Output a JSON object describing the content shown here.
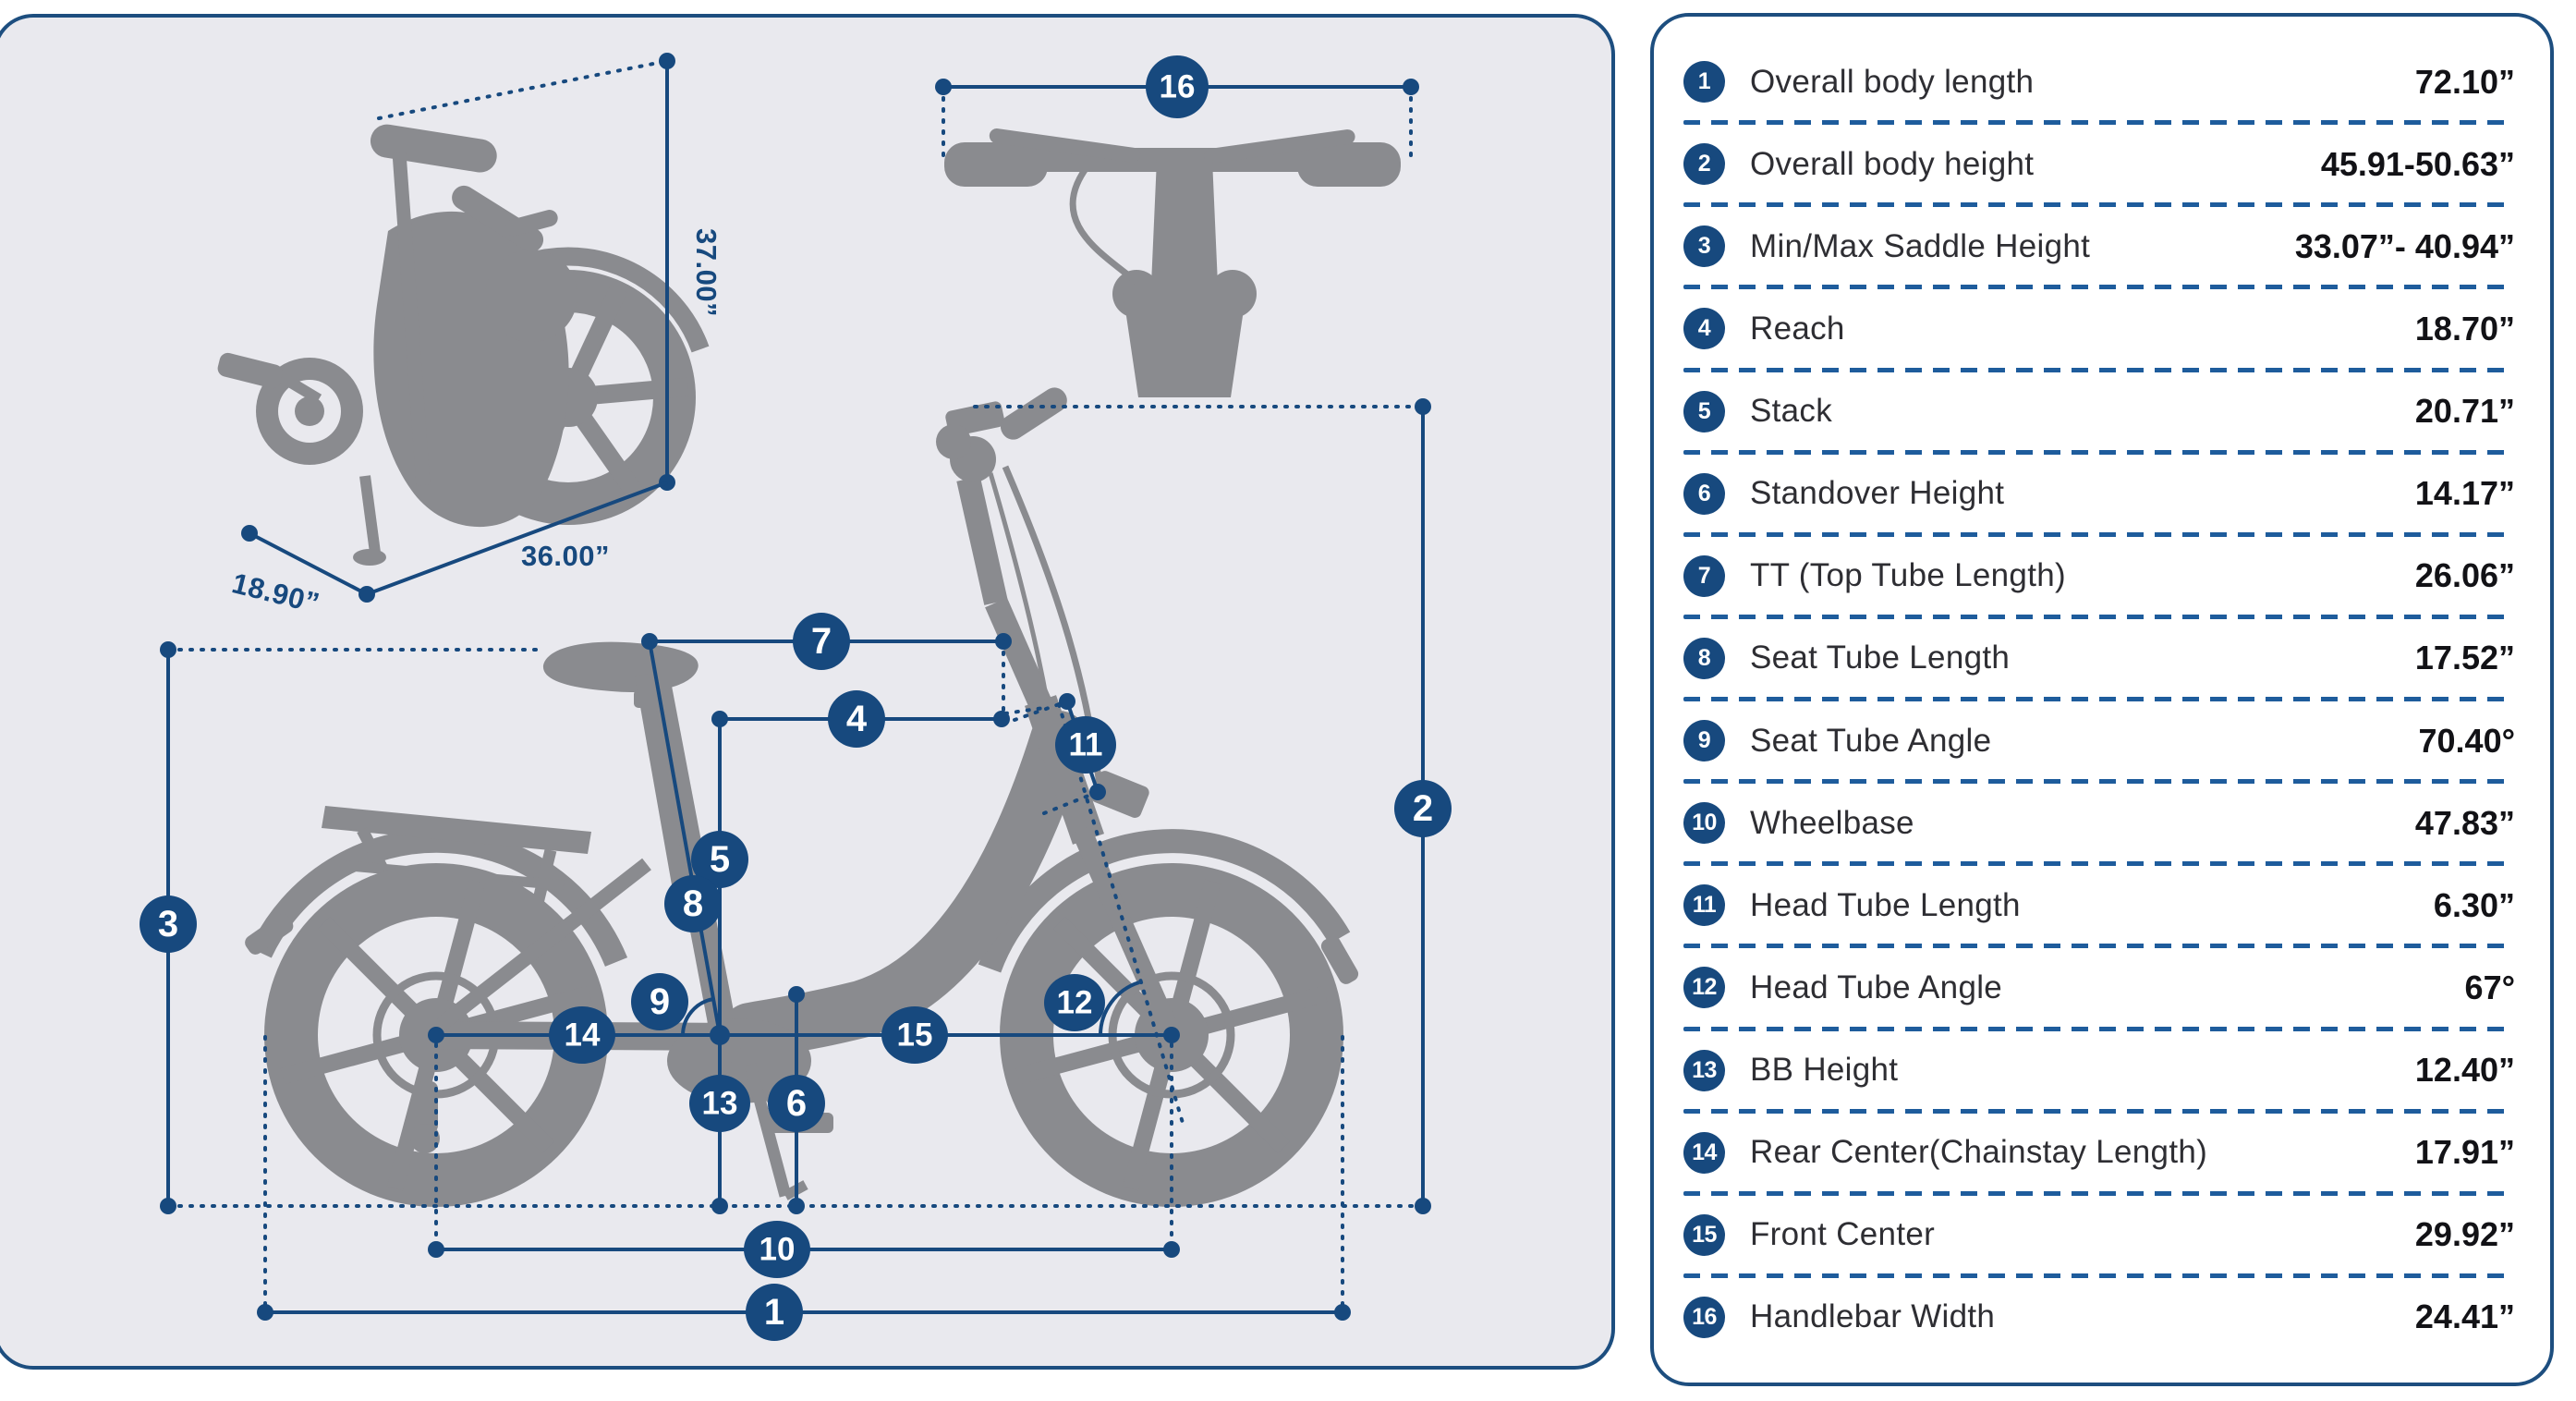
{
  "colors": {
    "accent": "#17497E",
    "dash_separator": "#1E5C9C",
    "panel_border": "#1D4E7F",
    "diagram_panel_bg": "#E9E9EE",
    "silhouette_gray": "#8A8B8F",
    "value_text": "#121216",
    "label_text": "#2E2E33"
  },
  "folded": {
    "height_label": "37.00”",
    "length_label": "36.00”",
    "width_label": "18.90”"
  },
  "markers": {
    "m1": "1",
    "m2": "2",
    "m3": "3",
    "m4": "4",
    "m5": "5",
    "m6": "6",
    "m7": "7",
    "m8": "8",
    "m9": "9",
    "m10": "10",
    "m11": "11",
    "m12": "12",
    "m13": "13",
    "m14": "14",
    "m15": "15",
    "m16": "16"
  },
  "spec_table": {
    "rows": [
      {
        "num": "1",
        "label": "Overall body length",
        "value": "72.10”"
      },
      {
        "num": "2",
        "label": "Overall body height",
        "value": "45.91-50.63”"
      },
      {
        "num": "3",
        "label": "Min/Max Saddle Height",
        "value": "33.07”- 40.94”"
      },
      {
        "num": "4",
        "label": "Reach",
        "value": "18.70”"
      },
      {
        "num": "5",
        "label": "Stack",
        "value": "20.71”"
      },
      {
        "num": "6",
        "label": "Standover Height",
        "value": "14.17”"
      },
      {
        "num": "7",
        "label": "TT (Top Tube Length)",
        "value": "26.06”"
      },
      {
        "num": "8",
        "label": "Seat Tube Length",
        "value": "17.52”"
      },
      {
        "num": "9",
        "label": "Seat Tube Angle",
        "value": "70.40°"
      },
      {
        "num": "10",
        "label": "Wheelbase",
        "value": "47.83”"
      },
      {
        "num": "11",
        "label": "Head Tube Length",
        "value": "6.30”"
      },
      {
        "num": "12",
        "label": "Head Tube Angle",
        "value": "67°"
      },
      {
        "num": "13",
        "label": "BB Height",
        "value": "12.40”"
      },
      {
        "num": "14",
        "label": "Rear Center(Chainstay Length)",
        "value": "17.91”"
      },
      {
        "num": "15",
        "label": "Front Center",
        "value": "29.92”"
      },
      {
        "num": "16",
        "label": "Handlebar Width",
        "value": "24.41”"
      }
    ]
  }
}
